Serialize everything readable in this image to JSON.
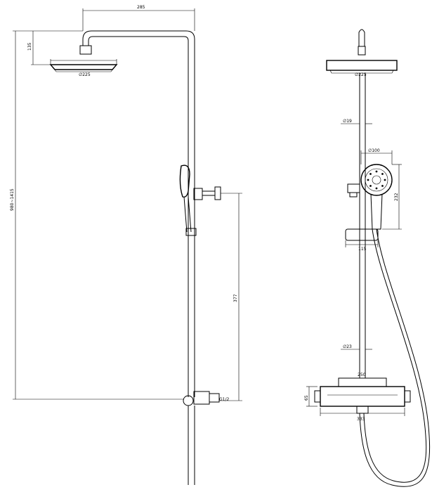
{
  "dimensions": {
    "arm_reach": "285",
    "head_height": "135",
    "head_diameter_side": "∅225",
    "total_height": "980~1415",
    "bar_to_mixer": "377",
    "mixer_outlet": "G1/2",
    "head_diameter_front": "∅225",
    "rail_diameter": "∅19",
    "hand_diameter": "∅100",
    "hand_length": "232",
    "holder_width": "115",
    "lower_rail_diameter": "∅23",
    "mixer_width_top": "250",
    "mixer_height": "65",
    "mixer_width_bottom": "333"
  }
}
